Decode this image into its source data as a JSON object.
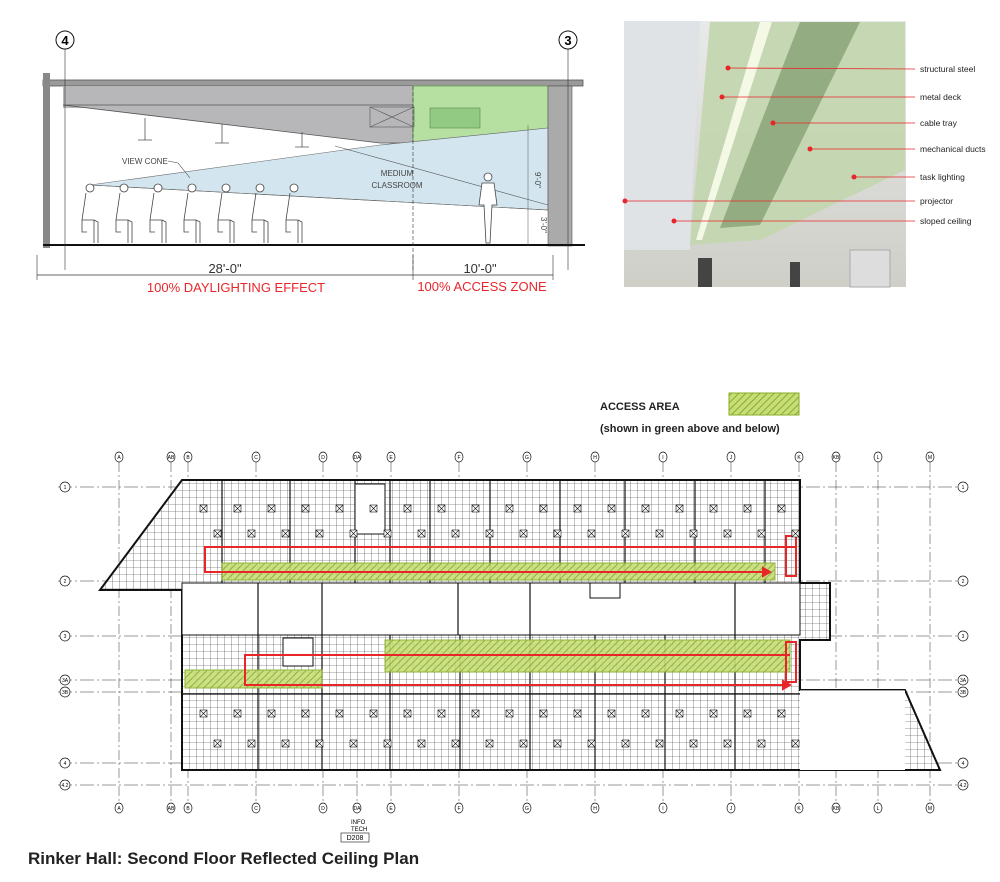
{
  "section": {
    "grid_left": "4",
    "grid_right": "3",
    "view_cone_label": "VIEW CONE",
    "room_label_1": "MEDIUM",
    "room_label_2": "CLASSROOM",
    "dim_height_upper": "9'-0\"",
    "dim_height_lower": "3'-0\"",
    "dim_left": "28'-0\"",
    "dim_right": "10'-0\"",
    "zone_left": "100% DAYLIGHTING EFFECT",
    "zone_right": "100% ACCESS ZONE"
  },
  "photo": {
    "callouts": [
      "structural steel",
      "metal deck",
      "cable tray",
      "mechanical ducts",
      "task lighting",
      "projector",
      "sloped ceiling"
    ]
  },
  "legend": {
    "title": "ACCESS AREA",
    "subtitle": "(shown in green above and below)"
  },
  "plan": {
    "columns": [
      "A",
      "AB",
      "B",
      "C",
      "D",
      "DA",
      "E",
      "F",
      "G",
      "H",
      "I",
      "J",
      "K",
      "KB",
      "L",
      "M"
    ],
    "rows": [
      "1",
      "2",
      "3",
      "3A",
      "3B",
      "4",
      "4.2"
    ],
    "tag_line1": "INFO",
    "tag_line2": "TECH",
    "tag_room": "D208"
  },
  "caption": "Rinker Hall: Second Floor Reflected Ceiling Plan",
  "colors": {
    "accent_red": "#e8262a",
    "access_green": "#9cc23a",
    "section_green": "#b6e0a2",
    "view_cone": "#d3e6f0"
  }
}
